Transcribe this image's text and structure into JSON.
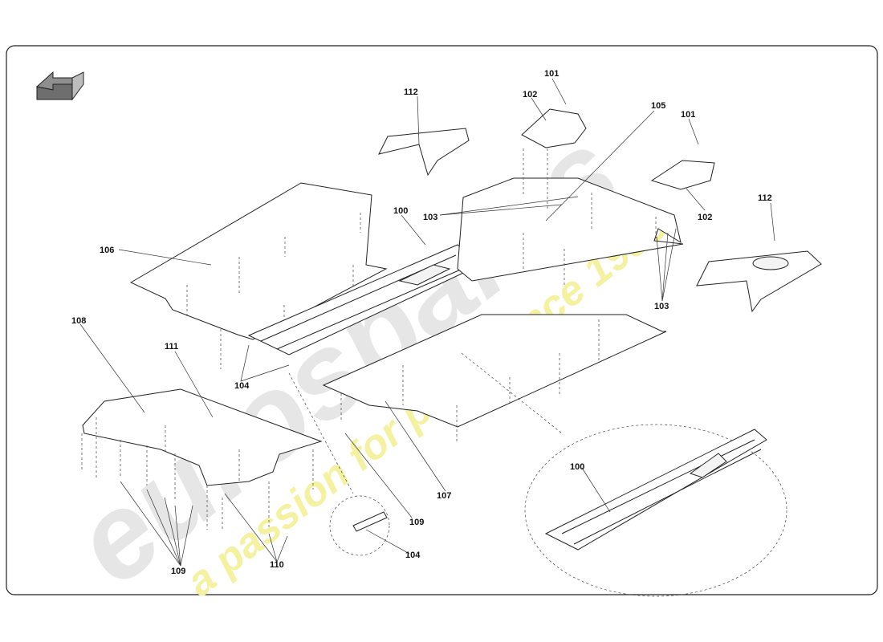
{
  "diagram": {
    "callouts": {
      "c100a": "100",
      "c100b": "100",
      "c101a": "101",
      "c101b": "101",
      "c102a": "102",
      "c102b": "102",
      "c103a": "103",
      "c103b": "103",
      "c104a": "104",
      "c104b": "104",
      "c105": "105",
      "c106": "106",
      "c107": "107",
      "c108": "108",
      "c109a": "109",
      "c109b": "109",
      "c110": "110",
      "c111": "111",
      "c112a": "112",
      "c112b": "112"
    },
    "watermark": {
      "brand": "eurospares",
      "tagline": "a passion for parts since 1985"
    },
    "colors": {
      "frame": "#222222",
      "watermark_gray": "#e6e6e6",
      "watermark_yellow": "#f4f1a0"
    },
    "icons": [
      "direction-arrow-icon"
    ]
  }
}
